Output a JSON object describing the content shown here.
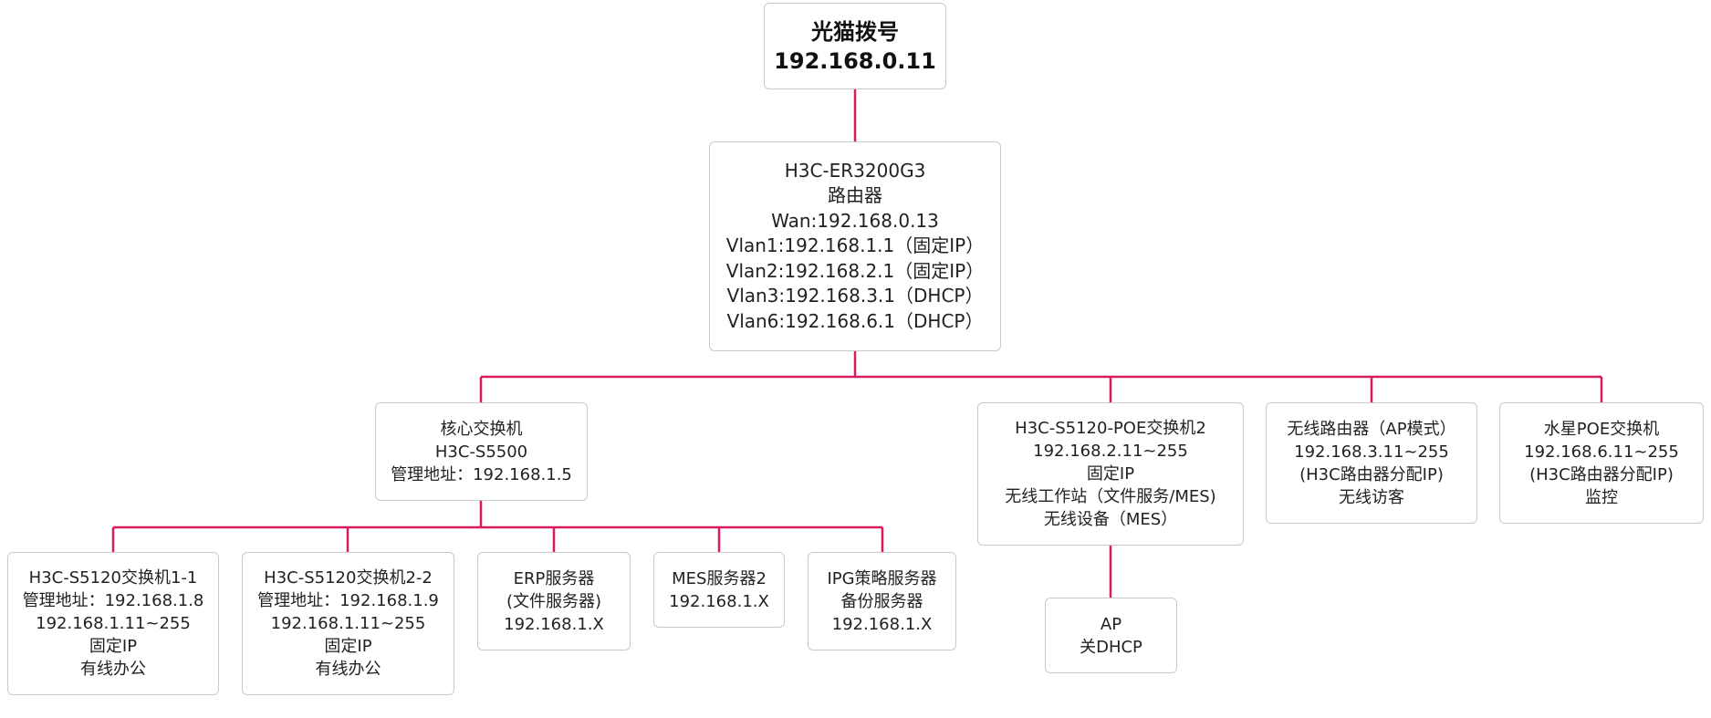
{
  "accent_color": "#d81b60",
  "nodes": {
    "root": {
      "lines": [
        "光猫拨号",
        "192.168.0.11"
      ]
    },
    "router": {
      "lines": [
        "H3C-ER3200G3",
        "路由器",
        "Wan:192.168.0.13",
        "Vlan1:192.168.1.1（固定IP）",
        "Vlan2:192.168.2.1（固定IP）",
        "Vlan3:192.168.3.1（DHCP）",
        "Vlan6:192.168.6.1（DHCP）"
      ]
    },
    "core": {
      "lines": [
        "核心交换机",
        "H3C-S5500",
        "管理地址：192.168.1.5"
      ]
    },
    "poe2": {
      "lines": [
        "H3C-S5120-POE交换机2",
        "192.168.2.11~255",
        "固定IP",
        "无线工作站（文件服务/MES)",
        "无线设备（MES）"
      ]
    },
    "wireless": {
      "lines": [
        "无线路由器（AP模式）",
        "192.168.3.11~255",
        "(H3C路由器分配IP)",
        "无线访客"
      ]
    },
    "shuixing": {
      "lines": [
        "水星POE交换机",
        "192.168.6.11~255",
        "(H3C路由器分配IP)",
        "监控"
      ]
    },
    "sw1": {
      "lines": [
        "H3C-S5120交换机1-1",
        "管理地址：192.168.1.8",
        "192.168.1.11~255",
        "固定IP",
        "有线办公"
      ]
    },
    "sw2": {
      "lines": [
        "H3C-S5120交换机2-2",
        "管理地址：192.168.1.9",
        "192.168.1.11~255",
        "固定IP",
        "有线办公"
      ]
    },
    "erp": {
      "lines": [
        "ERP服务器",
        "(文件服务器)",
        "192.168.1.X"
      ]
    },
    "mes": {
      "lines": [
        "MES服务器2",
        "192.168.1.X"
      ]
    },
    "ipg": {
      "lines": [
        "IPG策略服务器",
        "备份服务器",
        "192.168.1.X"
      ]
    },
    "ap": {
      "lines": [
        "AP",
        "关DHCP"
      ]
    }
  }
}
